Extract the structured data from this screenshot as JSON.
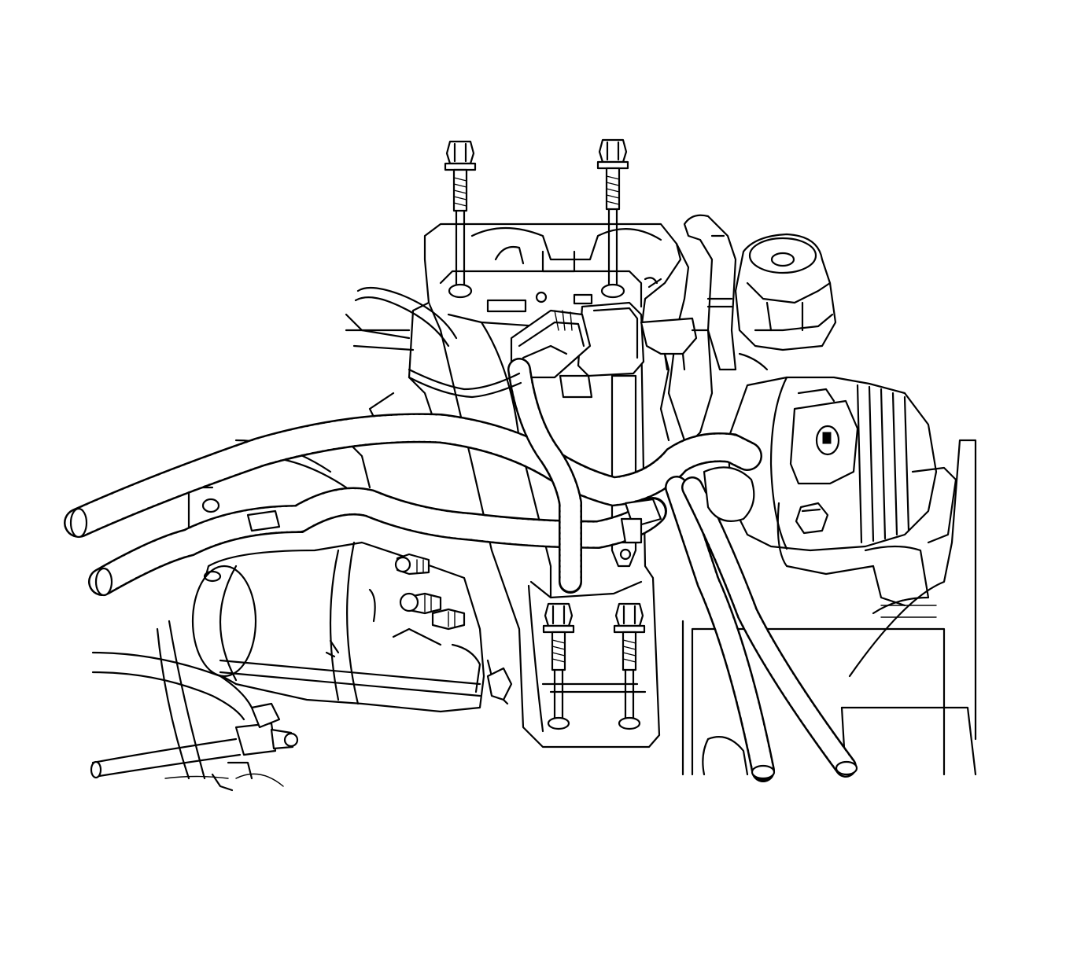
{
  "diagram": {
    "background": "#ffffff",
    "line_color": "#000000",
    "parts": [
      {
        "id": "mounting-bracket",
        "icon": "bracket-icon"
      },
      {
        "id": "upper-bolt-left",
        "icon": "bolt-icon"
      },
      {
        "id": "upper-bolt-right",
        "icon": "bolt-icon"
      },
      {
        "id": "lower-bolt-left",
        "icon": "bolt-icon"
      },
      {
        "id": "lower-bolt-right",
        "icon": "bolt-icon"
      },
      {
        "id": "electrical-connector",
        "icon": "connector-icon"
      },
      {
        "id": "starter-motor",
        "icon": "starter-icon"
      },
      {
        "id": "generator",
        "icon": "generator-icon"
      },
      {
        "id": "wiring-harness",
        "icon": "harness-icon"
      },
      {
        "id": "reservoir-cap",
        "icon": "cap-icon"
      }
    ]
  }
}
